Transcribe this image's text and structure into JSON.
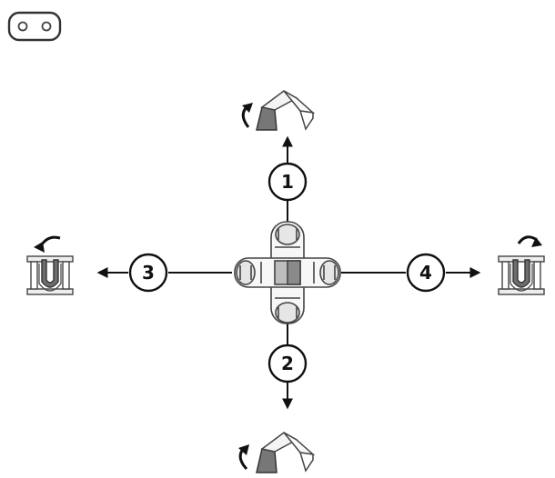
{
  "header": {
    "icon": "two-dot-plate-icon"
  },
  "diagram": {
    "center_icon": "cross-joint-icon",
    "directions": [
      {
        "id": "up",
        "label": "1",
        "icon": "rotate-left-sensor-arm-icon"
      },
      {
        "id": "down",
        "label": "2",
        "icon": "rotate-left-sensor-arm-icon"
      },
      {
        "id": "left",
        "label": "3",
        "icon": "rotate-left-u-bracket-icon"
      },
      {
        "id": "right",
        "label": "4",
        "icon": "rotate-right-u-bracket-icon"
      }
    ]
  }
}
